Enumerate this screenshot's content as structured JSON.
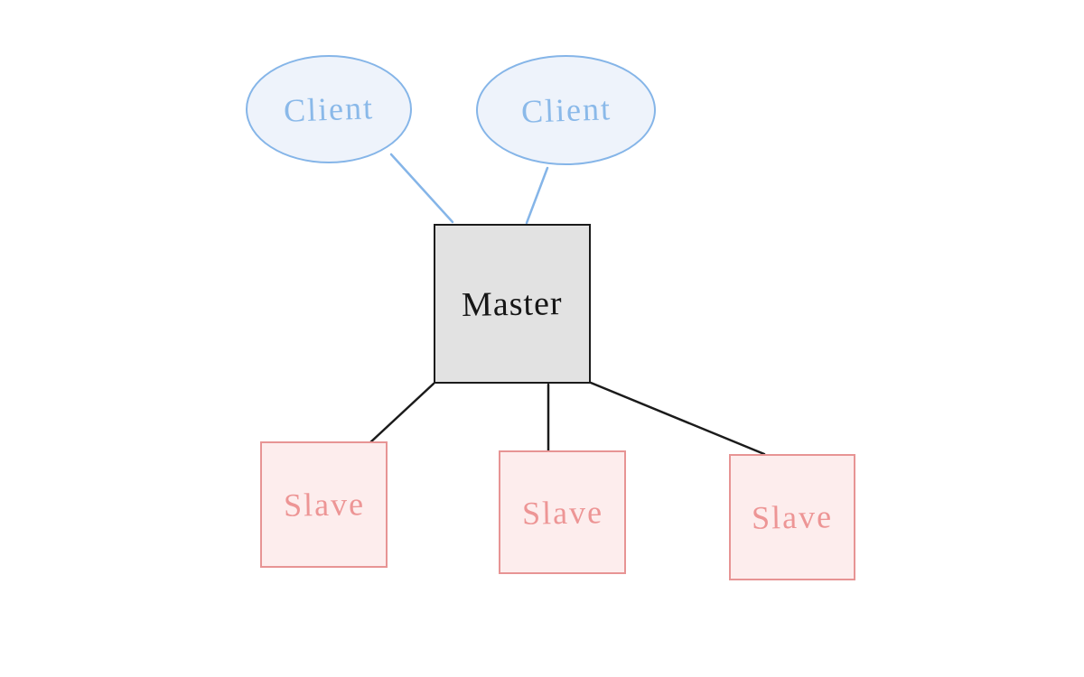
{
  "diagram": {
    "title": "master-slave-architecture",
    "background": "#ffffff",
    "nodes": {
      "client1": {
        "label": "Client",
        "shape": "ellipse"
      },
      "client2": {
        "label": "Client",
        "shape": "ellipse"
      },
      "master": {
        "label": "Master",
        "shape": "square"
      },
      "slave1": {
        "label": "Slave",
        "shape": "square"
      },
      "slave2": {
        "label": "Slave",
        "shape": "square"
      },
      "slave3": {
        "label": "Slave",
        "shape": "square"
      }
    },
    "edges": [
      {
        "from": "client1",
        "to": "master",
        "color": "#85b5e8"
      },
      {
        "from": "client2",
        "to": "master",
        "color": "#85b5e8"
      },
      {
        "from": "master",
        "to": "slave1",
        "color": "#1b1b1b"
      },
      {
        "from": "master",
        "to": "slave2",
        "color": "#1b1b1b"
      },
      {
        "from": "master",
        "to": "slave3",
        "color": "#1b1b1b"
      }
    ],
    "colors": {
      "client_stroke": "#85b5e8",
      "client_fill": "#eef3fb",
      "client_text": "#8ab9e9",
      "master_stroke": "#1b1b1b",
      "master_fill": "#e2e2e2",
      "master_text": "#161616",
      "slave_stroke": "#e79494",
      "slave_fill": "#fdeded",
      "slave_text": "#ed9595",
      "connector_black": "#1b1b1b"
    }
  }
}
